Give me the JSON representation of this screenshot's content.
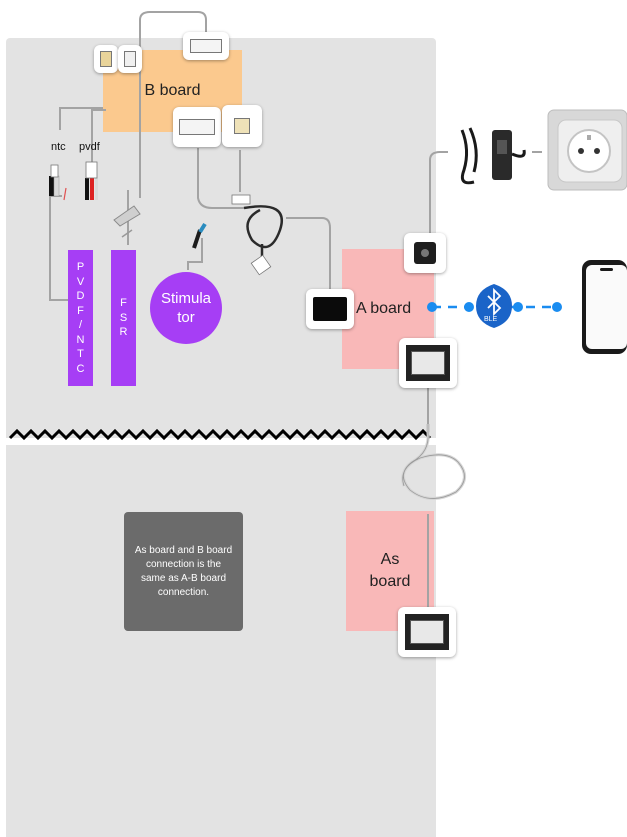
{
  "labels": {
    "b_board": "B board",
    "a_board": "A board",
    "as_board_line1": "As",
    "as_board_line2": "board",
    "ntc": "ntc",
    "pvdf": "pvdf",
    "pvdf_ntc_letters": [
      "P",
      "V",
      "D",
      "F",
      "/",
      "N",
      "T",
      "C"
    ],
    "fsr_letters": [
      "F",
      "S",
      "R"
    ],
    "stimulator_line1": "Stimula",
    "stimulator_line2": "tor",
    "ble": "BLE",
    "note": "As board and B board connection is the same as A-B board connection."
  },
  "colors": {
    "panel": "#e3e3e3",
    "b_board": "#fbc98e",
    "a_board": "#f9b8b8",
    "sensor_bar": "#a63ef5",
    "ble_link": "#1a8cf0",
    "note_bg": "#6b6b6b"
  },
  "icons": {
    "b_board_ports": [
      "connector-icon",
      "connector-icon",
      "connector-icon",
      "connector-icon",
      "connector-icon"
    ],
    "a_board_ports": [
      "dc-jack-icon",
      "usb-port-icon",
      "ethernet-port-icon"
    ],
    "as_board_ports": [
      "ethernet-port-icon"
    ],
    "external": [
      "power-adapter-icon",
      "wall-socket-icon",
      "bluetooth-icon",
      "smartphone-icon",
      "ethernet-cable-icon"
    ]
  }
}
